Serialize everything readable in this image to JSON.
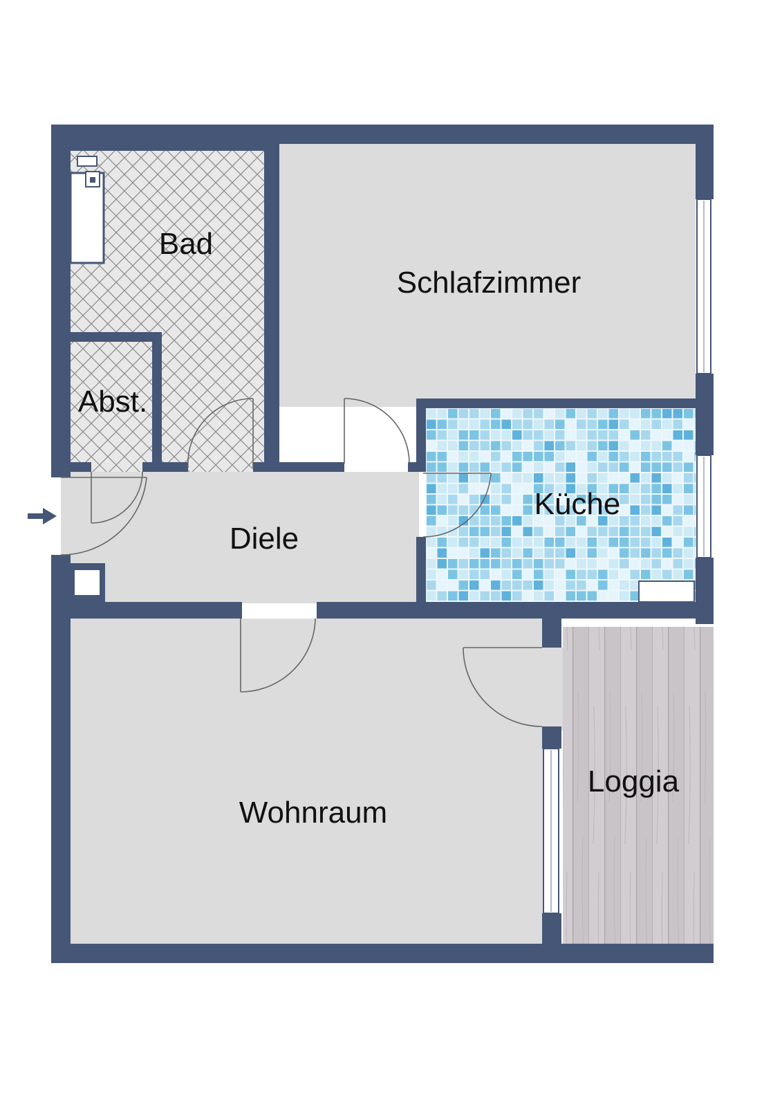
{
  "rooms": {
    "bad": "Bad",
    "schlafzimmer": "Schlafzimmer",
    "abst": "Abst.",
    "diele": "Diele",
    "kueche": "Küche",
    "wohnraum": "Wohnraum",
    "loggia": "Loggia"
  },
  "colors": {
    "wall": "#465676",
    "floor": "#dcdcdc",
    "bath_tile_line": "#8a8a8a",
    "kitchen_tile_base": "#cdeaf5",
    "kitchen_tile_accents": [
      "#7cc4e4",
      "#a8d8ee",
      "#e6f5fb",
      "#5fb2dc"
    ],
    "loggia_wood": "#cfcbcd",
    "loggia_plank_line": "#a9a3a6",
    "door_line": "#666666",
    "window": "#ffffff"
  },
  "icons": {
    "entrance": "entrance-arrow-icon",
    "bathtub": "bathtub-icon",
    "chimney": "chimney-icon"
  }
}
